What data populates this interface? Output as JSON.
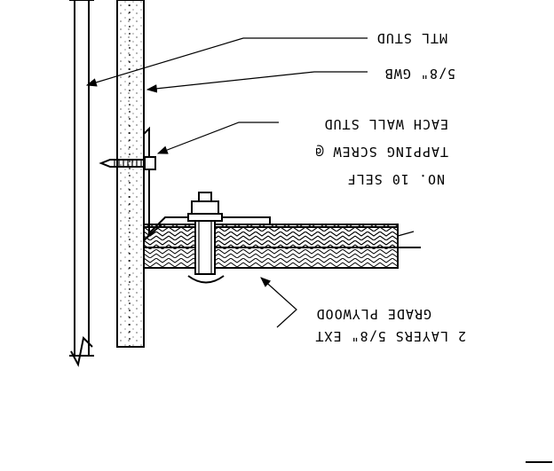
{
  "drawing": {
    "orientation": "rotated-180",
    "labels": {
      "mtl_stud": "MTL STUD",
      "gwb": "5/8\" GWB",
      "screw_line1": "NO. 10 SELF",
      "screw_line2": "TAPPING SCREW @",
      "screw_line3": "EACH WALL STUD",
      "plywood_line1": "2 LAYERS 5/8\" EXT",
      "plywood_line2": "GRADE PLYWOOD"
    },
    "colors": {
      "line": "#000000",
      "background": "#ffffff"
    }
  }
}
